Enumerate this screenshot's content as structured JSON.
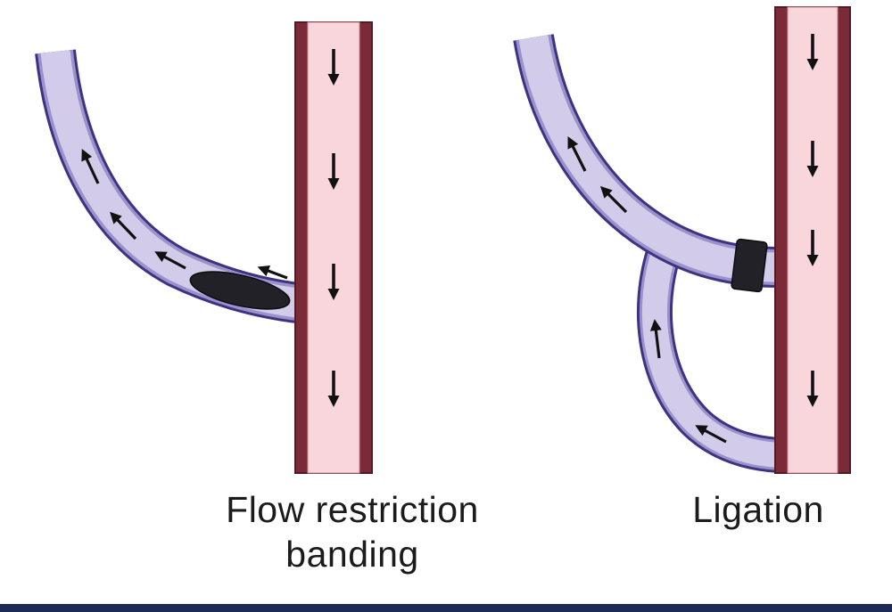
{
  "diagram": {
    "panels": [
      {
        "id": "flow-restriction-banding",
        "caption": [
          "Flow restriction",
          "banding"
        ],
        "device": "banding-ellipse",
        "artery_arrow_count": 4,
        "vein_arrow_count": 4,
        "artery_flow_direction": "down",
        "vein_flow_direction": "up-left"
      },
      {
        "id": "ligation",
        "caption": [
          "Ligation"
        ],
        "device": "ligation-clip",
        "artery_arrow_count": 4,
        "vein_arrow_count": 4,
        "artery_flow_direction": "down",
        "vein_flow_direction": "toward-junction"
      }
    ],
    "colors": {
      "background": "#ffffff",
      "artery_wall": "#7b2a38",
      "artery_outline": "#521a24",
      "artery_lumen": "#f8d6db",
      "artery_lumen_edge": "#c98b96",
      "vein_border": "#3e3383",
      "vein_mid": "#9c92cb",
      "vein_lumen": "#d2ccea",
      "band": "#212127",
      "band_outline": "#0c0c10",
      "arrow": "#111111",
      "caption_text": "#1b1b1b",
      "bottom_bar": "#1d2a55"
    }
  }
}
